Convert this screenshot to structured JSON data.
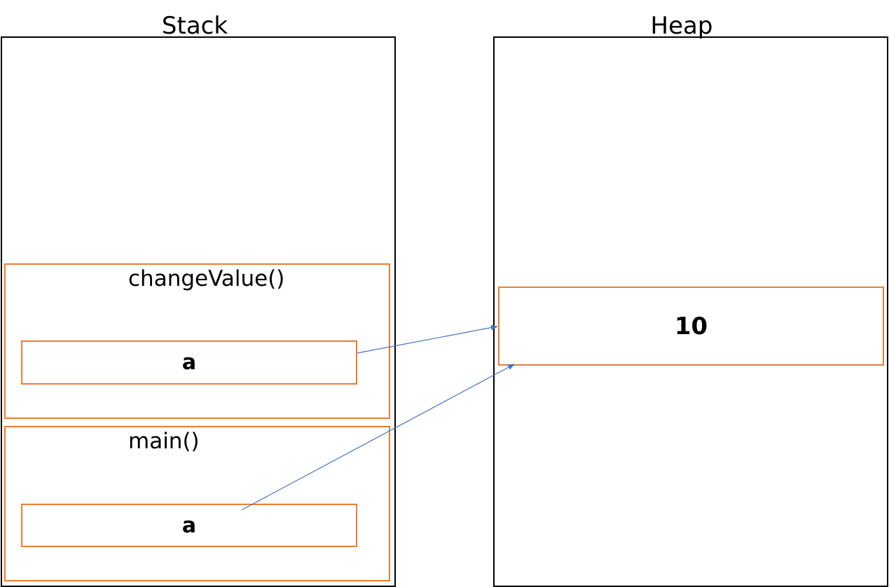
{
  "stack": {
    "title": "Stack",
    "frames": [
      {
        "name": "changeValue()",
        "variable": "a"
      },
      {
        "name": "main()",
        "variable": "a"
      }
    ]
  },
  "heap": {
    "title": "Heap",
    "object": {
      "value": "10"
    }
  },
  "colors": {
    "frame_border": "#ED7D31",
    "region_border": "#000000",
    "arrow": "#4472C4"
  }
}
